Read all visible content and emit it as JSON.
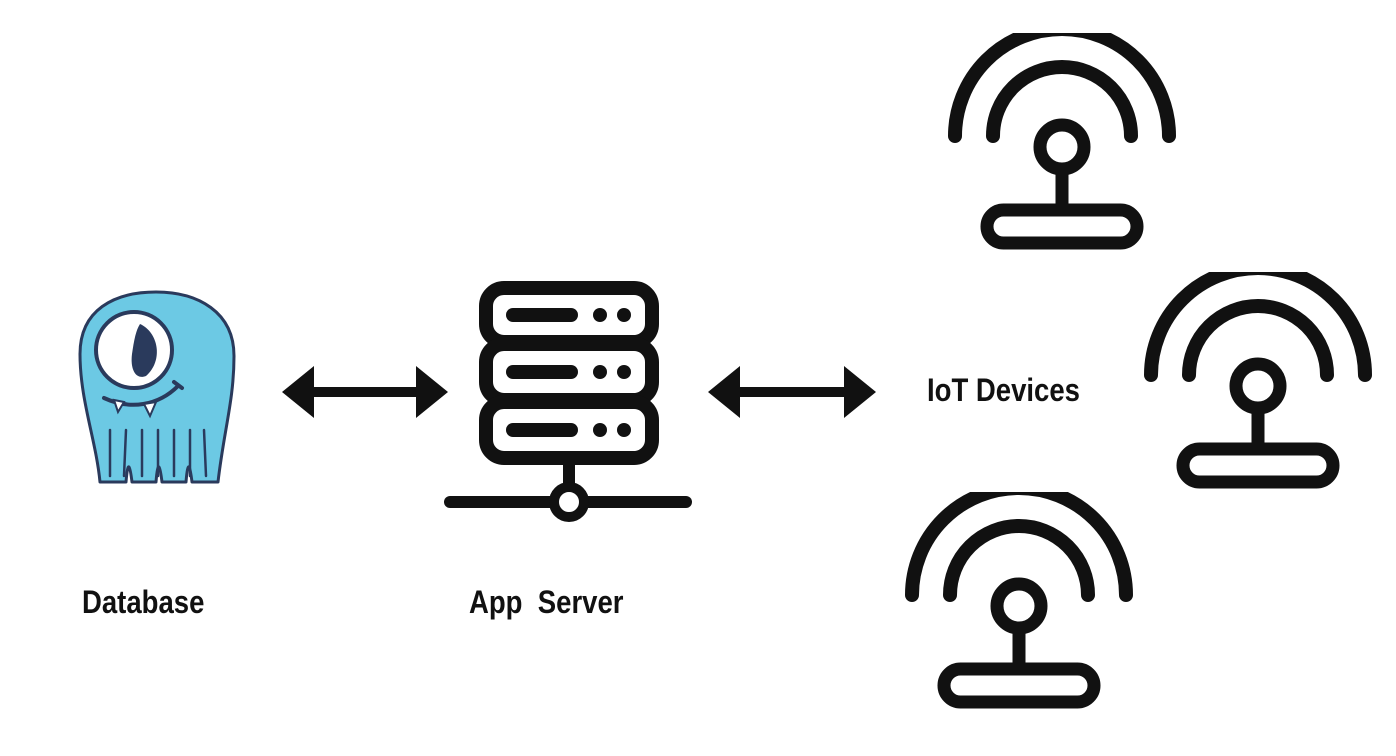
{
  "labels": {
    "database": "Database",
    "app_server": "App  Server",
    "iot_devices": "IoT Devices"
  },
  "icons": {
    "database": "scylla-octopus-mascot-icon",
    "app_server": "server-rack-icon",
    "iot_device": "wireless-antenna-icon",
    "link": "double-headed-arrow-icon"
  },
  "colors": {
    "ink": "#111111",
    "mascot_body": "#6cc9e4",
    "mascot_outline": "#2a3a5c"
  }
}
